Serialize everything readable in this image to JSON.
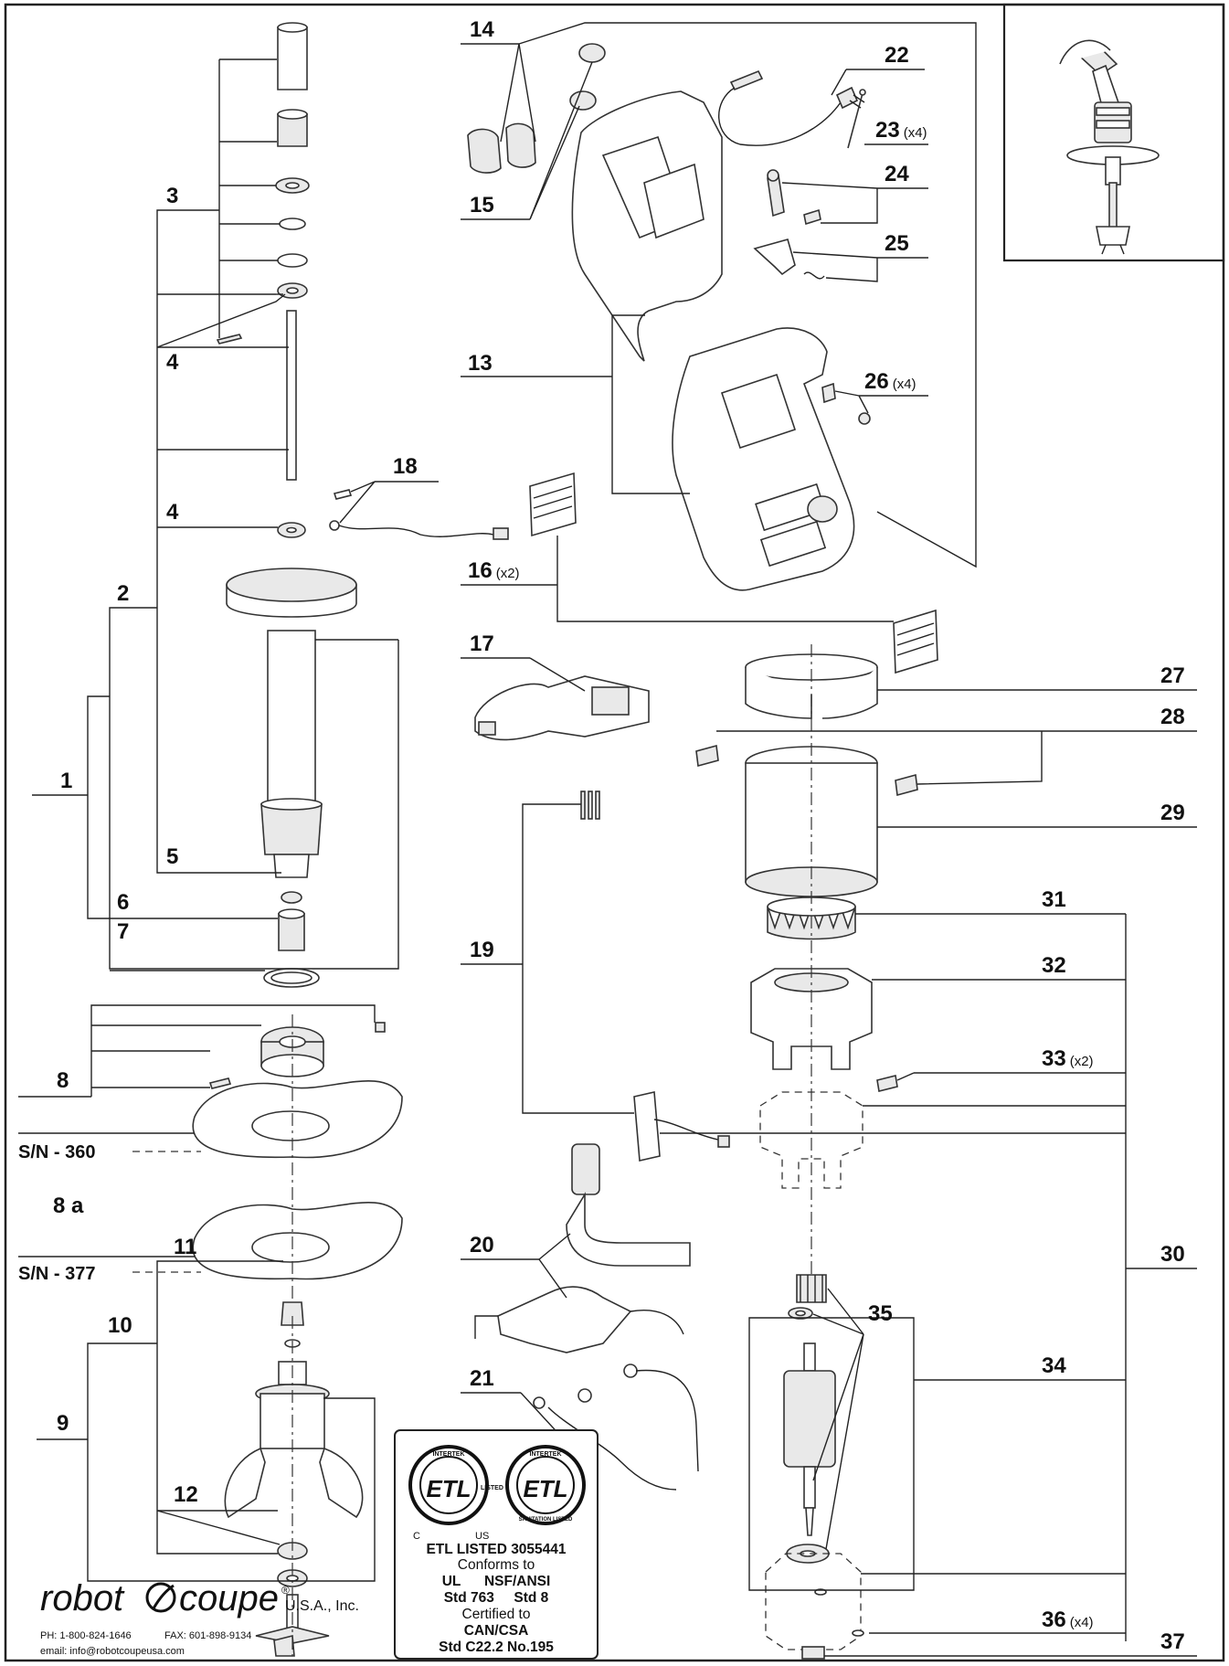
{
  "callouts": [
    {
      "id": "1",
      "label": "1"
    },
    {
      "id": "2",
      "label": "2"
    },
    {
      "id": "3",
      "label": "3"
    },
    {
      "id": "4a",
      "label": "4"
    },
    {
      "id": "4b",
      "label": "4"
    },
    {
      "id": "5",
      "label": "5"
    },
    {
      "id": "6",
      "label": "6"
    },
    {
      "id": "7",
      "label": "7"
    },
    {
      "id": "8",
      "label": "8"
    },
    {
      "id": "8a",
      "label": "8 a"
    },
    {
      "id": "9",
      "label": "9"
    },
    {
      "id": "10",
      "label": "10"
    },
    {
      "id": "11",
      "label": "11"
    },
    {
      "id": "12",
      "label": "12"
    },
    {
      "id": "13",
      "label": "13"
    },
    {
      "id": "14",
      "label": "14"
    },
    {
      "id": "15",
      "label": "15"
    },
    {
      "id": "16",
      "label": "16",
      "qty": "(x2)"
    },
    {
      "id": "17",
      "label": "17"
    },
    {
      "id": "18",
      "label": "18"
    },
    {
      "id": "19",
      "label": "19"
    },
    {
      "id": "20",
      "label": "20"
    },
    {
      "id": "21",
      "label": "21"
    },
    {
      "id": "22",
      "label": "22"
    },
    {
      "id": "23",
      "label": "23",
      "qty": "(x4)"
    },
    {
      "id": "24",
      "label": "24"
    },
    {
      "id": "25",
      "label": "25"
    },
    {
      "id": "26",
      "label": "26",
      "qty": "(x4)"
    },
    {
      "id": "27",
      "label": "27"
    },
    {
      "id": "28",
      "label": "28"
    },
    {
      "id": "29",
      "label": "29"
    },
    {
      "id": "30",
      "label": "30"
    },
    {
      "id": "31",
      "label": "31"
    },
    {
      "id": "32",
      "label": "32"
    },
    {
      "id": "33",
      "label": "33",
      "qty": "(x2)"
    },
    {
      "id": "34",
      "label": "34"
    },
    {
      "id": "35",
      "label": "35"
    },
    {
      "id": "36",
      "label": "36",
      "qty": "(x4)"
    },
    {
      "id": "37",
      "label": "37"
    }
  ],
  "serials": {
    "sn360": "S/N - 360",
    "sn377": "S/N - 377"
  },
  "etl": {
    "left_badge_top": "INTERTEK",
    "left_badge_side": "LISTED",
    "left_c": "C",
    "left_us": "US",
    "right_badge_top": "INTERTEK",
    "right_badge_side": "SANITATION LISTED",
    "mark": "ETL",
    "lines": [
      {
        "text": "ETL LISTED 3055441",
        "bold": true
      },
      {
        "text": "Conforms to",
        "bold": false
      },
      {
        "text": "UL      NSF/ANSI",
        "bold": true
      },
      {
        "text": "Std 763     Std 8",
        "bold": true
      },
      {
        "text": "Certified to",
        "bold": false
      },
      {
        "text": "CAN/CSA",
        "bold": true
      },
      {
        "text": "Std C22.2 No.195",
        "bold": true
      }
    ]
  },
  "brand": {
    "name_left": "robot",
    "name_right": "coupe",
    "reg": "®",
    "suffix": "U.S.A., Inc.",
    "phone": "PH: 1-800-824-1646",
    "fax": "FAX: 601-898-9134",
    "email": "email: info@robotcoupeusa.com"
  }
}
